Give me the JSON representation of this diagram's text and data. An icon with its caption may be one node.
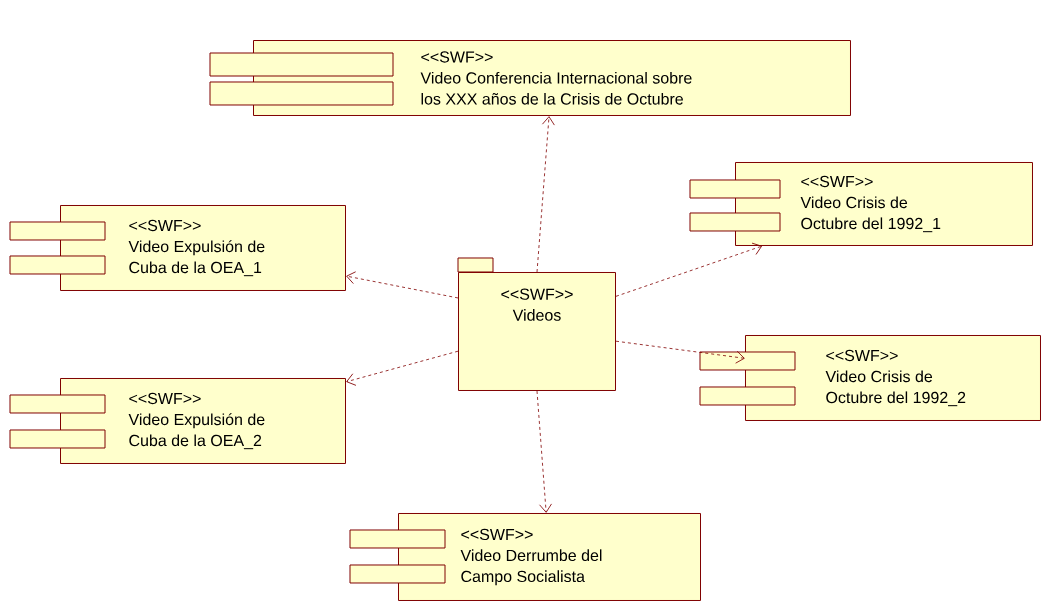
{
  "diagram": {
    "nodes": [
      {
        "text": [
          "<<SWF>>",
          "Video Conferencia Internacional sobre los XXX años de la Crisis de Octubre"
        ]
      },
      {
        "text": [
          "<<SWF>>",
          "Video Expulsión de Cuba de la OEA_1"
        ]
      },
      {
        "text": [
          "<<SWF>>",
          "Video Crisis de Octubre del 1992_1"
        ]
      },
      {
        "text": [
          "<<SWF>>",
          "Videos"
        ]
      },
      {
        "text": [
          "<<SWF>>",
          "Video Crisis de Octubre del 1992_2"
        ]
      },
      {
        "text": [
          "<<SWF>>",
          "Video Expulsión de Cuba de la OEA_2"
        ]
      },
      {
        "text": [
          "<<SWF>>",
          "Video Derrumbe del Campo Socialista"
        ]
      }
    ],
    "edges": [
      {
        "from": 3,
        "to": 0,
        "arrow": "to",
        "style": "dashed"
      },
      {
        "from": 3,
        "to": 1,
        "arrow": "to",
        "style": "dashed"
      },
      {
        "from": 3,
        "to": 2,
        "arrow": "to",
        "style": "dashed"
      },
      {
        "from": 3,
        "to": 4,
        "arrow": "to",
        "style": "dashed"
      },
      {
        "from": 3,
        "to": 5,
        "arrow": "to",
        "style": "dashed"
      },
      {
        "from": 3,
        "to": 6,
        "arrow": "to",
        "style": "dashed"
      }
    ]
  }
}
